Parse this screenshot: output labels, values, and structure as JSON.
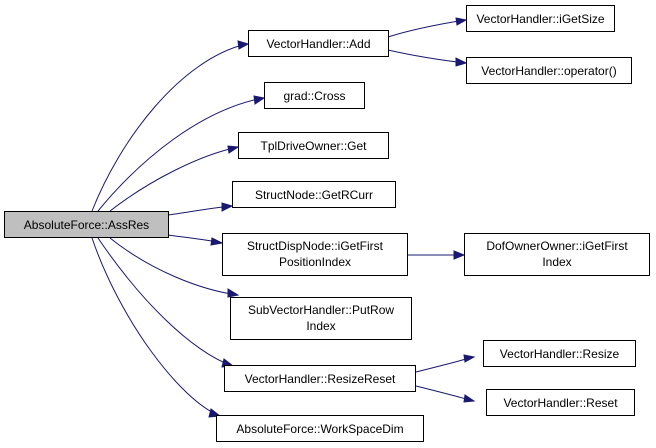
{
  "graph": {
    "root": {
      "label": "AbsoluteForce::AssRes"
    },
    "nodes": {
      "add": {
        "label": "VectorHandler::Add"
      },
      "igetsize": {
        "label": "VectorHandler::iGetSize"
      },
      "operator": {
        "label": "VectorHandler::operator()"
      },
      "cross": {
        "label": "grad::Cross"
      },
      "get": {
        "label": "TplDriveOwner::Get"
      },
      "getrcurr": {
        "label": "StructNode::GetRCurr"
      },
      "igetfirstpos": {
        "line1": "StructDispNode::iGetFirst",
        "line2": "PositionIndex"
      },
      "dofowner": {
        "line1": "DofOwnerOwner::iGetFirst",
        "line2": "Index"
      },
      "putrow": {
        "line1": "SubVectorHandler::PutRow",
        "line2": "Index"
      },
      "resizereset": {
        "label": "VectorHandler::ResizeReset"
      },
      "resize": {
        "label": "VectorHandler::Resize"
      },
      "reset": {
        "label": "VectorHandler::Reset"
      },
      "workspacedim": {
        "label": "AbsoluteForce::WorkSpaceDim"
      }
    },
    "edge_color": "#191970",
    "root_fill": "#bfbfbf"
  }
}
